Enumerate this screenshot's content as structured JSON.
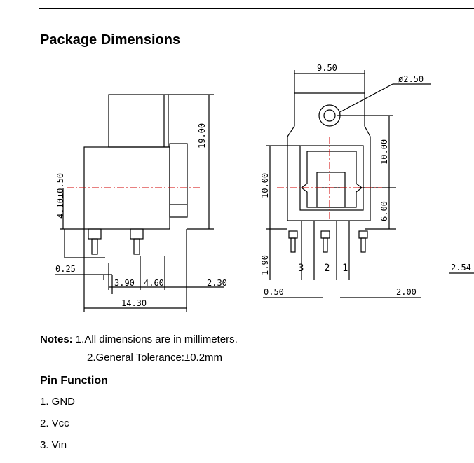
{
  "title": "Package Dimensions",
  "side_view_dims": {
    "height": "19.00",
    "center_height": "4.10±0.50",
    "pin_offset": "0.25",
    "pin_pitch_a": "3.90",
    "pin_pitch_b": "4.60",
    "rear_offset": "2.30",
    "body_length": "14.30"
  },
  "front_view_dims": {
    "width": "9.50",
    "hole_dia": "ø2.50",
    "top_to_center": "10.00",
    "center_to_bottom_right": "6.00",
    "body_height_left": "10.00",
    "pin_length": "1.90",
    "pin_width": "0.50",
    "pin_spacing": "2.00",
    "edge_value": "2.54",
    "pin_labels": [
      "3",
      "2",
      "1"
    ]
  },
  "notes": {
    "label": "Notes:",
    "line1": "1.All dimensions are in millimeters.",
    "line2": "2.General Tolerance:±0.2mm"
  },
  "pin_function": {
    "title": "Pin Function",
    "items": [
      "1. GND",
      "2. Vcc",
      "3. Vin"
    ]
  },
  "colors": {
    "line": "#000000",
    "centerline": "#d00000"
  }
}
